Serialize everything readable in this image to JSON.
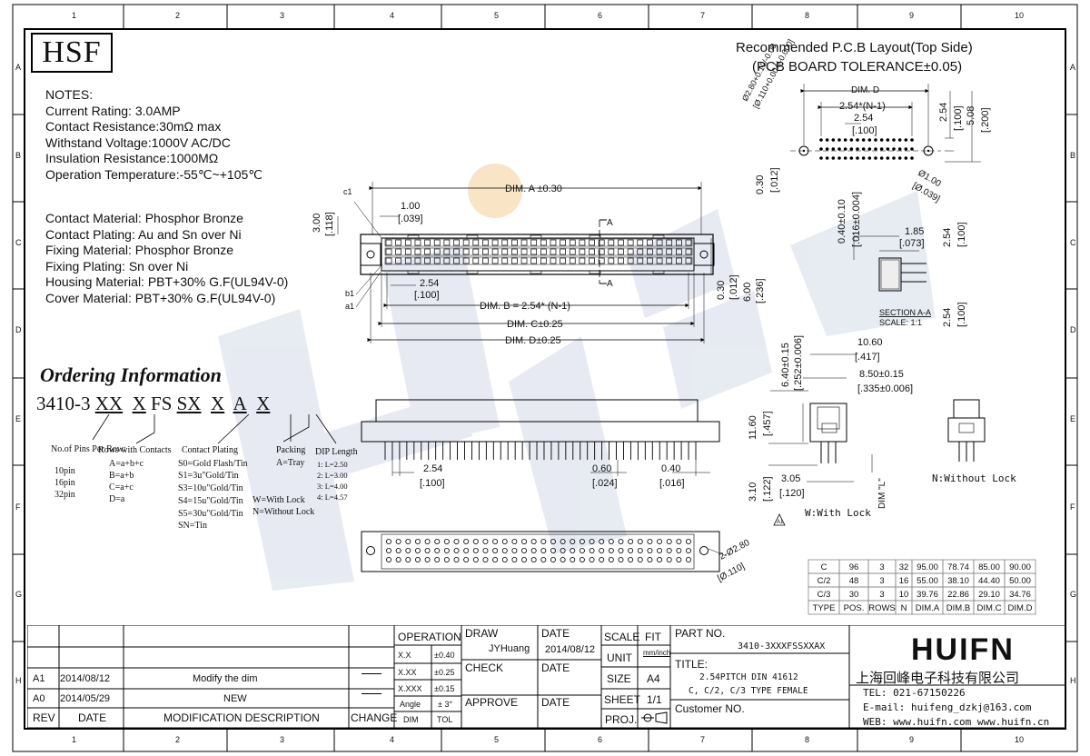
{
  "logo_text": "HSF",
  "grid": {
    "columns": [
      "1",
      "2",
      "3",
      "4",
      "5",
      "6",
      "7",
      "8",
      "9",
      "10"
    ],
    "rows": [
      "A",
      "B",
      "C",
      "D",
      "E",
      "F",
      "G",
      "H"
    ]
  },
  "notes": [
    "NOTES:",
    "Current Rating: 3.0AMP",
    "Contact Resistance:30mΩ max",
    "Withstand Voltage:1000V AC/DC",
    "Insulation Resistance:1000MΩ",
    "Operation Temperature:-55℃~+105℃"
  ],
  "materials": [
    "Contact Material: Phosphor Bronze",
    "Contact Plating: Au and Sn over Ni",
    "Fixing Material: Phosphor Bronze",
    "Fixing Plating: Sn over Ni",
    "Housing Material: PBT+30% G.F(UL94V-0)",
    "Cover Material: PBT+30% G.F(UL94V-0)"
  ],
  "ordering": {
    "title": "Ordering Information",
    "code_prefix": "3410-3",
    "code_parts": [
      "XX",
      "X",
      "FS",
      "SX",
      "X",
      "A",
      "X"
    ],
    "pins_title": "No.of Pins Per Row:",
    "pins": [
      "10pin",
      "16pin",
      "32pin"
    ],
    "rows_title": "Rows with Contacts",
    "rows": [
      "A=a+b+c",
      "B=a+b",
      "C=a+c",
      "D=a"
    ],
    "plating_title": "Contact Plating",
    "plating": [
      "S0=Gold Flash/Tin",
      "S1=3u\"Gold/Tin",
      "S3=10u\"Gold/Tin",
      "S4=15u\"Gold/Tin",
      "S5=30u\"Gold/Tin",
      "SN=Tin"
    ],
    "lock": [
      "W=With Lock",
      "N=Without Lock"
    ],
    "packing_title": "Packing",
    "packing": [
      "A=Tray"
    ],
    "dip_title": "DIP Length",
    "dip": [
      "1: L=2.50",
      "2: L=3.00",
      "3: L=4.00",
      "4: L=4.57"
    ]
  },
  "pcb": {
    "title1": "Recommended P.C.B Layout(Top Side)",
    "title2": "(PCB BOARD TOLERANCE±0.05)",
    "dim_d": "DIM. D",
    "pitch_n": "2.54*(N-1)",
    "p254": "2.54",
    "p100": "[.100]",
    "hole_big": "Ø2.80+0.10/-0.00",
    "hole_big_in": "[Ø.110+0.004/-0.000]",
    "hole_small": "Ø1.00",
    "hole_small_in": "[Ø.039]",
    "d254": "2.54",
    "d100": "[.100]",
    "d508": "5.08",
    "d200": "[.200]",
    "d030": "0.30",
    "d012": "[.012]"
  },
  "front": {
    "dim_a": "DIM. A ±0.30",
    "dim_b": "DIM. B = 2.54* (N-1)",
    "dim_c": "DIM. C±0.25",
    "dim_d": "DIM. D±0.25",
    "c1": "c1",
    "b1": "b1",
    "a1": "a1",
    "d300": "3.00",
    "d118": "[.118]",
    "d100mm": "1.00",
    "d039": "[.039]",
    "d254": "2.54",
    "d100": "[.100]",
    "d030": "0.30",
    "d012": "[.012]",
    "d600": "6.00",
    "d236": "[.236]",
    "sec_a": "A"
  },
  "section": {
    "d040": "0.40±0.10",
    "d016": "[.016±0.004]",
    "d185": "1.85",
    "d073": "[.073]",
    "d254": "2.54",
    "d100": "[.100]",
    "title": "SECTION A-A",
    "scale": "SCALE: 1:1"
  },
  "side": {
    "d640": "6.40±0.15",
    "d252": "[.252±0.006]",
    "d1060": "10.60",
    "d417": "[.417]",
    "d850": "8.50±0.15",
    "d335": "[.335±0.006]",
    "d1160": "11.60",
    "d457": "[.457]",
    "d310": "3.10",
    "d122": "[.122]",
    "d305": "3.05",
    "d120": "[.120]",
    "diml": "DIM \"L\"",
    "a1": "A1",
    "with_lock": "W:With Lock",
    "without_lock": "N:Without Lock"
  },
  "elev": {
    "d254": "2.54",
    "d100": "[.100]",
    "d060": "0.60",
    "d024": "[.024]",
    "d040": "0.40",
    "d016": "[.016]"
  },
  "bottom": {
    "holes": "2-Ø2.80",
    "holes_in": "[Ø.110]"
  },
  "dim_table": {
    "headers": [
      "TYPE",
      "POS.",
      "ROWS",
      "N",
      "DIM.A",
      "DIM.B",
      "DIM.C",
      "DIM.D"
    ],
    "rows": [
      [
        "C",
        "96",
        "3",
        "32",
        "95.00",
        "78.74",
        "85.00",
        "90.00"
      ],
      [
        "C/2",
        "48",
        "3",
        "16",
        "55.00",
        "38.10",
        "44.40",
        "50.00"
      ],
      [
        "C/3",
        "30",
        "3",
        "10",
        "39.76",
        "22.86",
        "29.10",
        "34.76"
      ]
    ]
  },
  "revision": {
    "headers": [
      "REV",
      "DATE",
      "MODIFICATION DESCRIPTION",
      "CHANGE"
    ],
    "rows": [
      [
        "A1",
        "2014/08/12",
        "Modify the dim",
        ""
      ],
      [
        "A0",
        "2014/05/29",
        "NEW",
        ""
      ]
    ]
  },
  "operation": {
    "title": "OPERATION",
    "rows": [
      [
        "X.X",
        "±0.40"
      ],
      [
        "X.XX",
        "±0.25"
      ],
      [
        "X.XXX",
        "±0.15"
      ],
      [
        "Angle",
        "± 3°"
      ]
    ],
    "footer": [
      "DIM",
      "TOL"
    ]
  },
  "approvals": {
    "draw": "DRAW",
    "draw_name": "JYHuang",
    "check": "CHECK",
    "approve": "APPROVE",
    "date": "DATE",
    "date_value": "2014/08/12"
  },
  "scale_block": {
    "scale": "SCALE",
    "fit": "FIT",
    "unit": "UNIT",
    "unit_value": "mm/inch",
    "size": "SIZE",
    "size_value": "A4",
    "sheet": "SHEET",
    "sheet_value": "1/1",
    "proj": "PROJ."
  },
  "part": {
    "part_no_label": "PART NO.",
    "part_no": "3410-3XXXFSSXXAX",
    "title_label": "TITLE:",
    "title_line1": "2.54PITCH DIN 41612",
    "title_line2": "C, C/2, C/3 TYPE FEMALE",
    "customer_label": "Customer NO."
  },
  "company": {
    "brand": "HUIFN",
    "name": "上海回峰电子科技有限公司",
    "tel": "TEL: 021-67150226",
    "email": "E-mail: huifeng_dzkj@163.com",
    "web": "WEB: www.huifn.com  www.huifn.cn"
  }
}
